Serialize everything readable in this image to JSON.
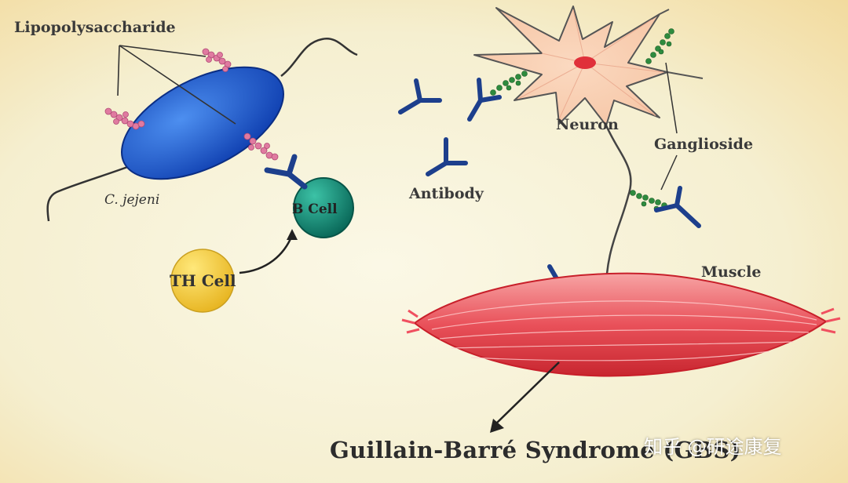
{
  "labels": {
    "lipopolysaccharide": "Lipopolysaccharide",
    "c_jejeni": "C. jejeni",
    "b_cell": "B Cell",
    "th_cell": "TH Cell",
    "antibody": "Antibody",
    "neuron": "Neuron",
    "ganglioside": "Ganglioside",
    "muscle": "Muscle",
    "syndrome": "Guillain-Barré Syndrome (GBS)"
  },
  "watermark": "知乎 @研途康复",
  "colors": {
    "background": "#f4eed0",
    "bacterium": "#1f5fd0",
    "b_cell": "#0e8a76",
    "th_cell": "#f2c73a",
    "antibody": "#1d3f8c",
    "neuron_body": "#f9d3b8",
    "nucleus": "#e0303a",
    "ganglioside": "#2e8b3e",
    "lps": "#e07aa0",
    "muscle": "#e54a54"
  }
}
